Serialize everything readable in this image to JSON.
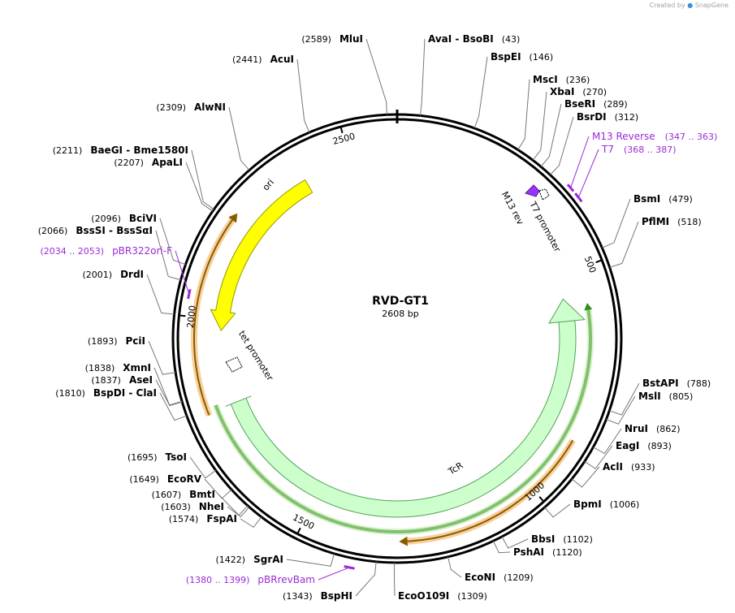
{
  "watermark": {
    "created_by": "Created by",
    "brand": "SnapGene"
  },
  "plasmid": {
    "name": "RVD-GT1",
    "size_label": "2608 bp",
    "length": 2608
  },
  "enzymes": [
    {
      "name": "MluI",
      "pos": "(2589)"
    },
    {
      "name": "AvaI",
      "pos": ""
    },
    {
      "name": "BsoBI",
      "pos": "(43)"
    },
    {
      "name": "BspEI",
      "pos": "(146)"
    },
    {
      "name": "MscI",
      "pos": "(236)"
    },
    {
      "name": "XbaI",
      "pos": "(270)"
    },
    {
      "name": "BseRI",
      "pos": "(289)"
    },
    {
      "name": "BsrDI",
      "pos": "(312)"
    },
    {
      "name": "BsmI",
      "pos": "(479)"
    },
    {
      "name": "PflMI",
      "pos": "(518)"
    },
    {
      "name": "BstAPI",
      "pos": "(788)"
    },
    {
      "name": "MslI",
      "pos": "(805)"
    },
    {
      "name": "NruI",
      "pos": "(862)"
    },
    {
      "name": "EagI",
      "pos": "(893)"
    },
    {
      "name": "AclI",
      "pos": "(933)"
    },
    {
      "name": "BpmI",
      "pos": "(1006)"
    },
    {
      "name": "BbsI",
      "pos": "(1102)"
    },
    {
      "name": "PshAI",
      "pos": "(1120)"
    },
    {
      "name": "EcoNI",
      "pos": "(1209)"
    },
    {
      "name": "EcoO109I",
      "pos": "(1309)"
    },
    {
      "name": "BspHI",
      "pos": "(1343)"
    },
    {
      "name": "SgrAI",
      "pos": "(1422)"
    },
    {
      "name": "FspAI",
      "pos": "(1574)"
    },
    {
      "name": "NheI",
      "pos": "(1603)"
    },
    {
      "name": "BmtI",
      "pos": "(1607)"
    },
    {
      "name": "EcoRV",
      "pos": "(1649)"
    },
    {
      "name": "TsoI",
      "pos": "(1695)"
    },
    {
      "name": "BspDI",
      "pos": "(1810)"
    },
    {
      "name": "ClaI",
      "pos": ""
    },
    {
      "name": "AseI",
      "pos": "(1837)"
    },
    {
      "name": "XmnI",
      "pos": "(1838)"
    },
    {
      "name": "PciI",
      "pos": "(1893)"
    },
    {
      "name": "DrdI",
      "pos": "(2001)"
    },
    {
      "name": "BssSI",
      "pos": "(2066)"
    },
    {
      "name": "BssSαI",
      "pos": ""
    },
    {
      "name": "BciVI",
      "pos": "(2096)"
    },
    {
      "name": "ApaLI",
      "pos": "(2207)"
    },
    {
      "name": "BaeGI",
      "pos": "(2211)"
    },
    {
      "name": "Bme1580I",
      "pos": ""
    },
    {
      "name": "AlwNI",
      "pos": "(2309)"
    },
    {
      "name": "AcuI",
      "pos": "(2441)"
    }
  ],
  "primers": [
    {
      "name": "M13 Reverse",
      "range": "(347 .. 363)"
    },
    {
      "name": "T7",
      "range": "(368 .. 387)"
    },
    {
      "name": "pBR322ori-F",
      "range": "(2034 .. 2053)"
    },
    {
      "name": "pBRrevBam",
      "range": "(1380 .. 1399)"
    }
  ],
  "ticks": [
    "500",
    "1000",
    "1500",
    "2000",
    "2500"
  ],
  "features": [
    {
      "name": "ori",
      "color": "#ffff00"
    },
    {
      "name": "TcR",
      "color": "#ccffcc"
    },
    {
      "name": "T7 promoter",
      "color": "#ffffff"
    },
    {
      "name": "M13 rev",
      "color": "#9933ff"
    },
    {
      "name": "tet promoter",
      "color": "#ffffff"
    }
  ],
  "colors": {
    "backbone": "#000000",
    "primer": "#9a2bd6",
    "ori": "#ffff00",
    "tcr": "#ccffcc",
    "orf_green": "#2d8f1e",
    "orf_orange": "#e69a2e"
  }
}
